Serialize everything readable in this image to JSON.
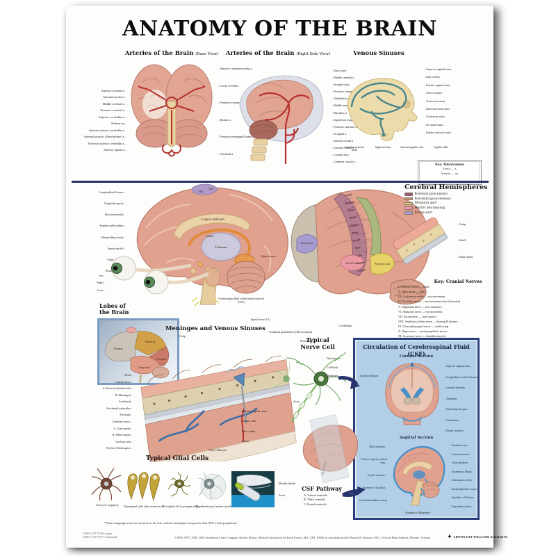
{
  "title": "ANATOMY OF THE BRAIN",
  "figures": {
    "base": {
      "heading": "Arteries of the Brain",
      "note": "(Base View)",
      "left": [
        "Anterior cerebral a.",
        "Internal carotid a.",
        "Middle cerebral a.",
        "Posterior cerebral a.",
        "Superior cerebellar a.",
        "Pontine aa.",
        "Anterior inferior cerebellar a.",
        "Internal acoustic (labyrinthine) a.",
        "Posterior inferior cerebellar a.",
        "Anterior spinal a."
      ],
      "right": [
        "Anterior communicating a.",
        "Circle of Willis",
        "Posterior communicating a.",
        "Basilar a.",
        "Posterior meningeal branch of vertebral a.",
        "Vertebral a."
      ]
    },
    "side": {
      "heading": "Arteries of the Brain",
      "note": "(Right Side View)",
      "right": [
        "Dura mater",
        "Middle cerebral a.",
        "Straight sinus",
        "Posterior communicating a.",
        "Ophthalmic a.",
        "Middle meningeal branch of maxillary a.",
        "Maxillary a.",
        "Superficial temporal a.",
        "Posterior auricular a.",
        "Occipital a.",
        "Internal carotid a.",
        "External carotid a.",
        "Carotid sinus",
        "Common carotid a."
      ]
    },
    "venous": {
      "heading": "Venous Sinuses",
      "right": [
        "Superior sagittal sinus",
        "Falx cerebri",
        "Inferior sagittal sinus",
        "Vein of Galen",
        "Transverse sinus",
        "Intercavernous sinus",
        "Cavernous sinus",
        "Occipital sinus",
        "Inferior petrosal sinus"
      ],
      "bottom": [
        "Superior petrosal sinus",
        "Sigmoid sinus",
        "Internal jugular vein",
        "Jugular bulb"
      ]
    }
  },
  "key_abbr": {
    "title": "Key: Abbreviations",
    "lines": [
      "Artery — a.",
      "Arteries — aa."
    ]
  },
  "hemispheres": {
    "title": "Cerebral Hemispheres",
    "legend": [
      {
        "text": "Precentral gyrus (motor)",
        "color": "#9c5560"
      },
      {
        "text": "Postcentral gyrus (sensory)",
        "color": "#c49a62"
      },
      {
        "text": "Wernicke's area*",
        "color": "#e3cf6d"
      },
      {
        "text": "Heschl's area (hearing)",
        "color": "#eb9aa4"
      },
      {
        "text": "Broca's area*",
        "color": "#a79cd0"
      }
    ],
    "flap_labels": [
      "Scalp",
      "Skull",
      "Dura mater"
    ]
  },
  "central": {
    "left": [
      "Longitudinal fissure",
      "Cingulate gyrus",
      "Stria terminalis",
      "Septum pellucidum",
      "Mammillary body",
      "Septal nuclei",
      "Optic chiasm",
      "Pituitary gland"
    ],
    "eye": [
      "Iris",
      "Pupil",
      "Lens"
    ],
    "inner": {
      "corpus": "Corpus callosum",
      "fornix": "Fornix",
      "thalamus": "Thalamus",
      "hippocampus": "Hippocampus"
    },
    "medial_motor": [
      "Hip",
      "Toes"
    ],
    "motor": [
      "Trunk",
      "Shoulder",
      "Elbow",
      "Wrist",
      "Fingers",
      "Brow",
      "Eyelid",
      "Nose",
      "Lips",
      "Tongue",
      "Larynx"
    ],
    "areas": {
      "broca": "Broca's area",
      "wernicke": "Wernicke's area",
      "heschl": "Heschl's area"
    },
    "csf_note": "Cerebrospinal fluid within lateral ventricle (CSF)",
    "spinal": "Spinal nerve (C1)",
    "cerebellum": "Cerebellum"
  },
  "cranial": {
    "title": "Key: Cranial Nerves",
    "items": [
      "I. Olfactory nerve — smell",
      "II. Optic nerve — sight",
      "III. Oculomotor nerve — eye movement",
      "IV. Trochlear nerve — eye movement (not illustrated)",
      "V. Trigeminal nerve — face (sensory)",
      "VI. Abducens nerve — eye movement",
      "VII. Facial nerve — face (motor)",
      "VIII. Vestibulocochlear nerve — hearing & balance",
      "IX. Glossopharyngeal nerve — swallowing",
      "X. Vagus nerve — parasympathetic nerves",
      "XI. Accessory nerve — shoulder muscles",
      "XII. Hypoglossal nerve — tongue movement"
    ]
  },
  "lobes": {
    "title": "Lobes of the Brain",
    "frontal": "Frontal",
    "parietal": "Parietal",
    "occipital": "Occipital",
    "temporal": "Temporal"
  },
  "meninges": {
    "title": "Meninges and Venous Sinuses",
    "top": [
      "Scalp",
      "Arachnoid granulation (CSF resorption)",
      "Periosteum"
    ],
    "left": [
      "Skull",
      "Cranial Dura:",
      "A. Periosteal (endosteal)",
      "B. Meningeal",
      "Arachnoid",
      "Arachnoid trabeculae",
      "Pia mater",
      "Cerebral cortex:",
      "A. Gray matter",
      "B. White matter",
      "Cerebral vein",
      "Virchow-Robin space"
    ],
    "inner": [
      "Superior sagittal sinus",
      "Diploic vein",
      "Falx cerebri",
      "Artery"
    ]
  },
  "nerve_cell": {
    "title": "Typical Nerve Cell",
    "labels": [
      "Nucleus",
      "Cell body",
      "Dendrites"
    ],
    "axon": "Axon",
    "node": "Node of Ranvier"
  },
  "csf": {
    "title": "Circulation of Cerebrospinal Fluid (CSF)",
    "coronal_title": "Coronal Section",
    "sagittal_title": "Sagittal Section",
    "coronal_left": [
      "Corpus callosum"
    ],
    "coronal_right": [
      "Superior sagittal sinus",
      "Longitudinal cerebral fissure",
      "Lateral ventricles",
      "Thalamus",
      "Subarachnoid space",
      "Cerebellum",
      "Fourth ventricle"
    ],
    "sagittal_left": [
      "Third ventricle",
      "Cistern of great cerebral vein",
      "Fourth ventricle",
      "Foramen of Luschka",
      "Cerebromedullary cistern"
    ],
    "sagittal_right": [
      "Cerebral veins",
      "Lateral ventricle",
      "Choroid plexus",
      "Foramen of Monro",
      "Chiasmatic cistern",
      "Interpeduncular cistern",
      "Aqueduct of Sylvius",
      "Prepontine cistern"
    ],
    "bottom": "Foramen of Magendie",
    "pane_text": "SAGITTAL"
  },
  "glial": {
    "title": "Typical Glial Cells",
    "labels": [
      "Astrocyte (support)",
      "Ependymal cells (line ventricles)",
      "Microglial cell (scavenger cell)",
      "Oligodendrocyte (makes myelin)"
    ],
    "myelin": [
      "Myelin sheath",
      "Axon"
    ]
  },
  "csf_pathway": {
    "title": "CSF Pathway",
    "items": [
      "A. Lateral ventricle",
      "B. Third ventricle",
      "C. Fourth ventricle"
    ]
  },
  "footnote": "*These language areas are located on the left cerebral hemisphere in greater than 90% of the population.",
  "footer": {
    "isbn": [
      "ISBN 1-58779-090-3 paper",
      "ISBN 1-58779-091-1 laminated"
    ],
    "credit": "©1996, 1997, 2000, 2002 Anatomical Chart Company, Skokie, Illinois. Medical illustrations by Keith Kasnot, MA, CMI, FAMI, in consultation with Marwan H. Khayata, M.D., Arizona Heart Institute, Phoenix, Arizona",
    "publisher": "Lippincott Williams & Wilkins"
  }
}
